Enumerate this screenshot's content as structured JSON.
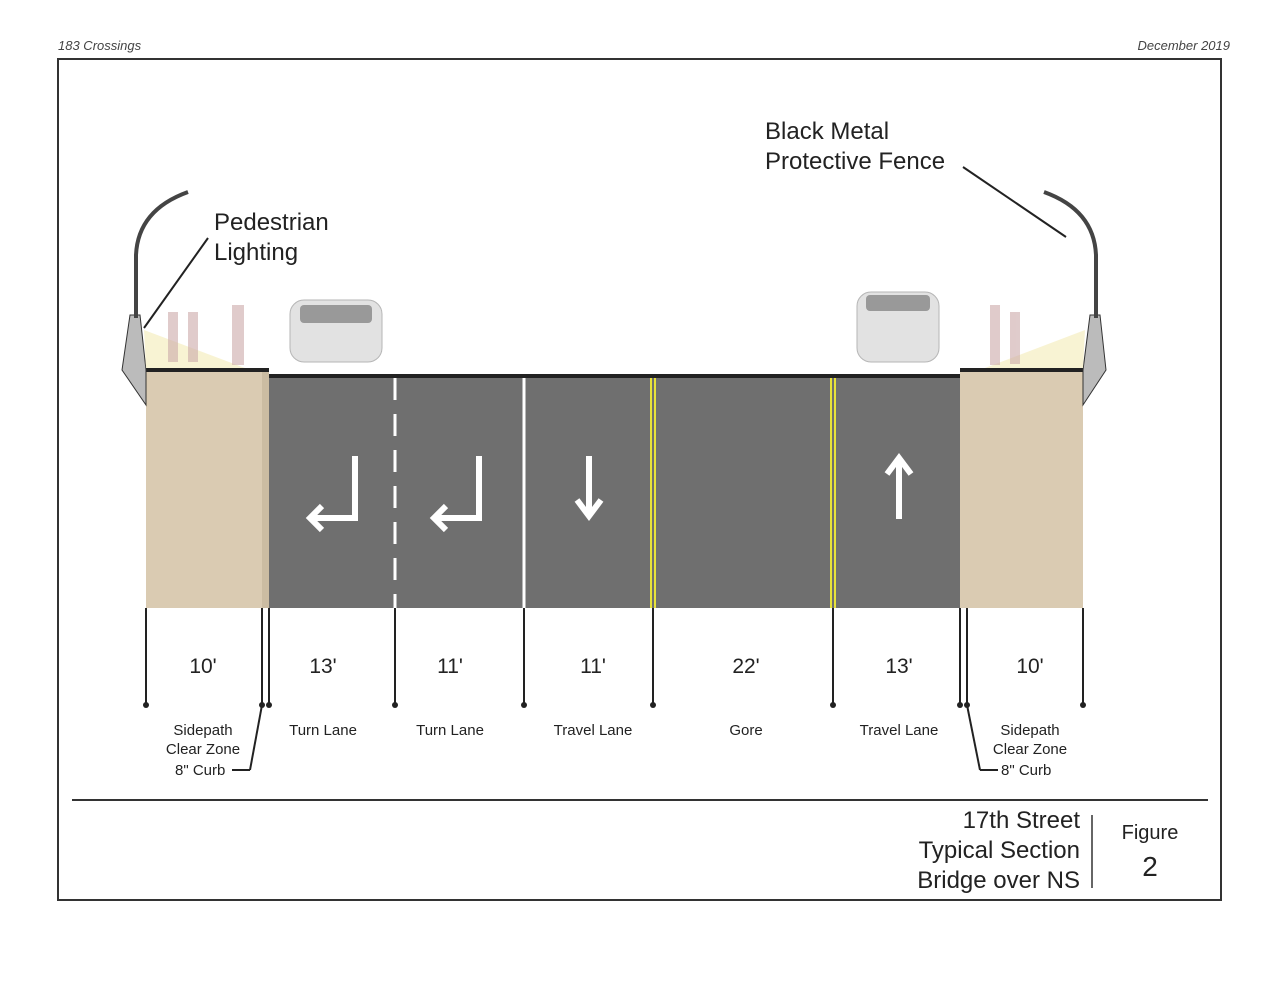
{
  "header": {
    "project": "183 Crossings",
    "date": "December 2019"
  },
  "callouts": {
    "lighting": [
      "Pedestrian",
      "Lighting"
    ],
    "fence": [
      "Black Metal",
      "Protective Fence"
    ]
  },
  "dimensions": [
    {
      "width": "10'",
      "label": "Sidepath\nClear Zone"
    },
    {
      "width": "13'",
      "label": "Turn Lane"
    },
    {
      "width": "11'",
      "label": "Turn Lane"
    },
    {
      "width": "11'",
      "label": "Travel Lane"
    },
    {
      "width": "22'",
      "label": "Gore"
    },
    {
      "width": "13'",
      "label": "Travel Lane"
    },
    {
      "width": "10'",
      "label": "Sidepath\nClear Zone"
    }
  ],
  "curb_label": "8\" Curb",
  "title_block": {
    "lines": [
      "17th Street",
      "Typical Section",
      "Bridge over NS"
    ],
    "figure_label": "Figure",
    "figure_number": "2"
  },
  "colors": {
    "road": "#6f6f6f",
    "sidepath": "#dacbb2",
    "yellow": "#e8e23a"
  }
}
